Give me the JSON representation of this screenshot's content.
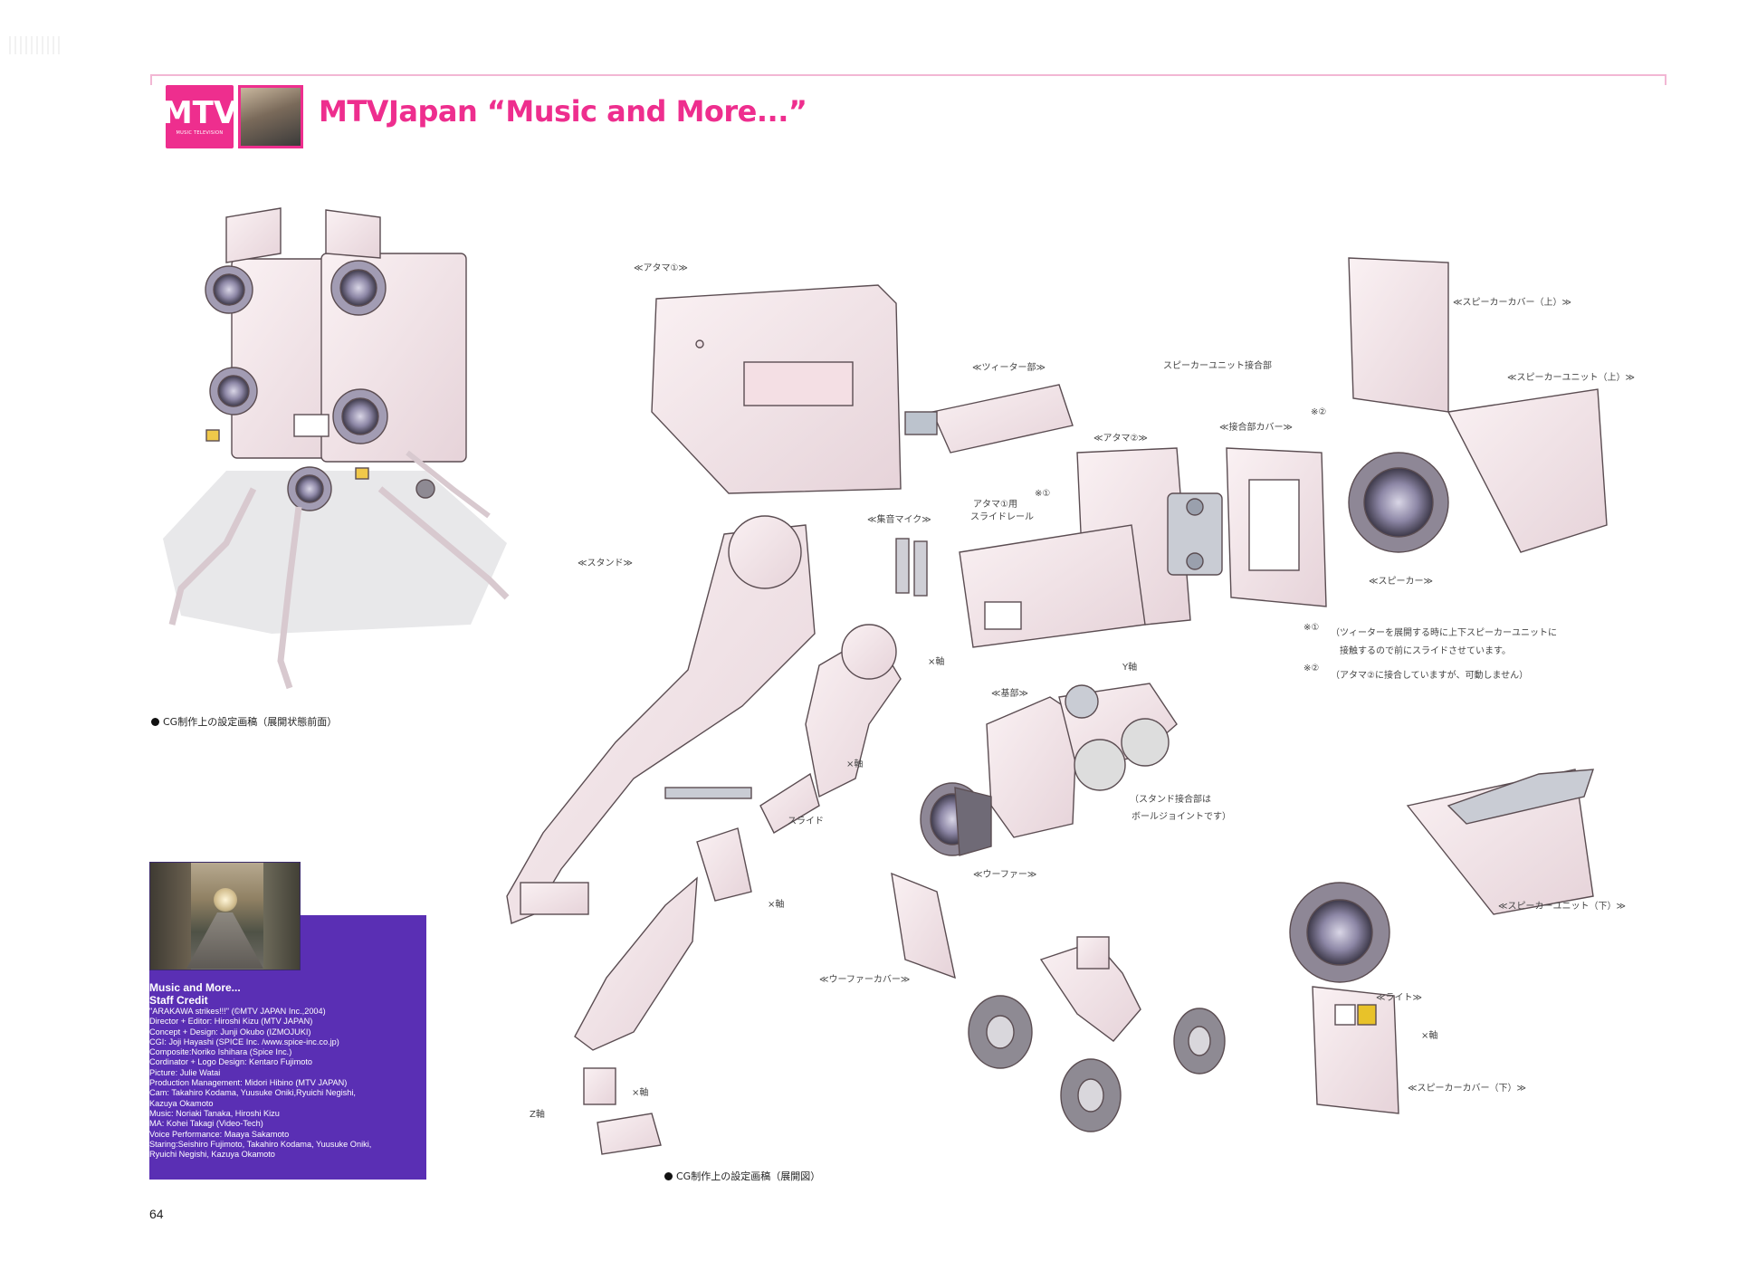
{
  "header": {
    "logo_text": "MTV",
    "logo_subtext": "MUSIC TELEVISION",
    "title": "MTVJapan “Music and More...”"
  },
  "captions": {
    "front_view": "CG制作上の設定画稿（展開状態前面）",
    "exploded_view": "CG制作上の設定画稿（展開図）"
  },
  "labels": {
    "head1": "≪アタマ①≫",
    "tweeter": "≪ツィーター部≫",
    "speaker_joint": "スピーカーユニット接合部",
    "speaker_cover_top": "≪スピーカーカバー（上）≫",
    "speaker_unit_top": "≪スピーカーユニット（上）≫",
    "head2": "≪アタマ②≫",
    "joint_cover": "≪接合部カバー≫",
    "mark2_a": "※②",
    "mic": "≪集音マイク≫",
    "head1_rail": "アタマ①用",
    "head1_rail2": "スライドレール",
    "mark1_a": "※①",
    "stand": "≪スタンド≫",
    "speaker": "≪スピーカー≫",
    "note1_mark": "※①",
    "note1_line1": "（ツィーターを展開する時に上下スピーカーユニットに",
    "note1_line2": "接触するので前にスライドさせています。",
    "note2_mark": "※②",
    "note2_text": "（アタマ②に接合していますが、可動しません）",
    "x_axis": "×軸",
    "y_axis": "Y軸",
    "base": "≪基部≫",
    "slide": "スライド",
    "stand_joint1": "（スタンド接合部は",
    "stand_joint2": "ボールジョイントです）",
    "woofer": "≪ウーファー≫",
    "woofer_cover": "≪ウーファーカバー≫",
    "speaker_unit_bottom": "≪スピーカーユニット（下）≫",
    "light": "≪ライト≫",
    "speaker_cover_bottom": "≪スピーカーカバー（下）≫",
    "z_axis": "Z軸"
  },
  "credits": {
    "heading1": "Music and More...",
    "heading2": "Staff Credit",
    "lines": [
      "\"ARAKAWA strikes!!!\" (©MTV JAPAN Inc.,2004)",
      "Director + Editor: Hiroshi Kizu (MTV JAPAN)",
      "Concept + Design: Junji Okubo (IZMOJUKI)",
      "CGI: Joji Hayashi (SPICE Inc. /www.spice-inc.co.jp)",
      "Composite:Noriko Ishihara (Spice Inc.)",
      "Cordinator + Logo Design: Kentaro Fujimoto",
      "Picture: Julie Watai",
      "Production Management: Midori Hibino (MTV JAPAN)",
      "Cam: Takahiro Kodama, Yuusuke Oniki,Ryuichi Negishi,",
      "Kazuya Okamoto",
      "Music: Noriaki Tanaka, Hiroshi Kizu",
      "MA: Kohei Takagi (Video-Tech)",
      "Voice Performance: Maaya Sakamoto",
      "Staring:Seishiro Fujimoto, Takahiro Kodama, Yuusuke Oniki,",
      "Ryuichi Negishi, Kazuya Okamoto"
    ]
  },
  "page_number": "64",
  "colors": {
    "accent_pink": "#ee2e8e",
    "credit_purple": "#5a2fb4",
    "part_fill": "#f5e9ec",
    "part_stroke": "#5b4d52"
  }
}
